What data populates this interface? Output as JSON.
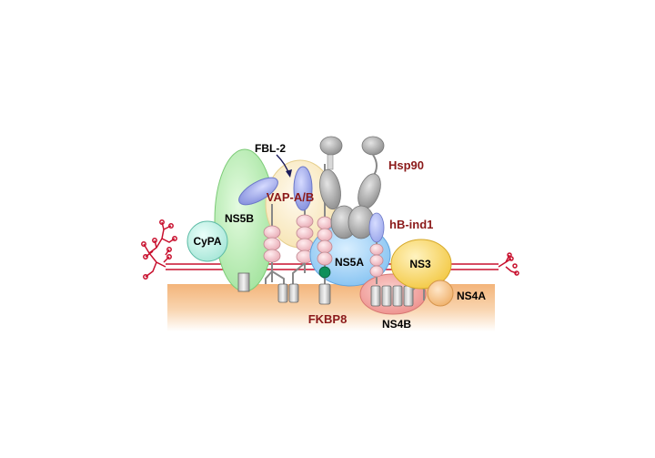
{
  "diagram": {
    "labels": {
      "cypa": "CyPA",
      "ns5b": "NS5B",
      "fbl2": "FBL-2",
      "vapab": "VAP-A/B",
      "hsp90": "Hsp90",
      "hbind1": "hB-ind1",
      "ns5a": "NS5A",
      "ns3": "NS3",
      "ns4a": "NS4A",
      "ns4b": "NS4B",
      "fkbp8": "FKBP8"
    },
    "colors": {
      "membrane": "#f6c99a",
      "rna": "#c8102e",
      "ns5b_fill": "#c9f0c4",
      "cypa_fill": "#c9f3ea",
      "vap_fill": "#aab3ee",
      "fbl2_fill": "#fbefd0",
      "ns5a_fill": "#a9d4f5",
      "hsp90_fill": "#a8a8a8",
      "ns3_fill": "#f7d66a",
      "ns4a_fill": "#f5c48c",
      "ns4b_fill": "#f3a3a0",
      "fkbp8_dot": "#0e8f5a",
      "red_label": "#8b1a1a"
    }
  }
}
